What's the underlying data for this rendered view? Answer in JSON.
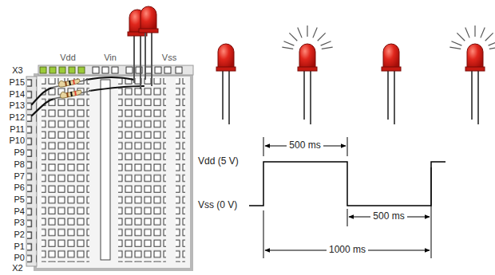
{
  "diagram": {
    "labels": [
      "X3",
      "Vdd",
      "Vin",
      "Vss",
      "P15",
      "P14",
      "P13",
      "P12",
      "P11",
      "P10",
      "P9",
      "P8",
      "P7",
      "P6",
      "P5",
      "P4",
      "P3",
      "P2",
      "P1",
      "P0",
      "X2",
      "500 ms",
      "Vdd (5 V)",
      "Vss (0 V)",
      "500 ms",
      "1000 ms"
    ]
  }
}
